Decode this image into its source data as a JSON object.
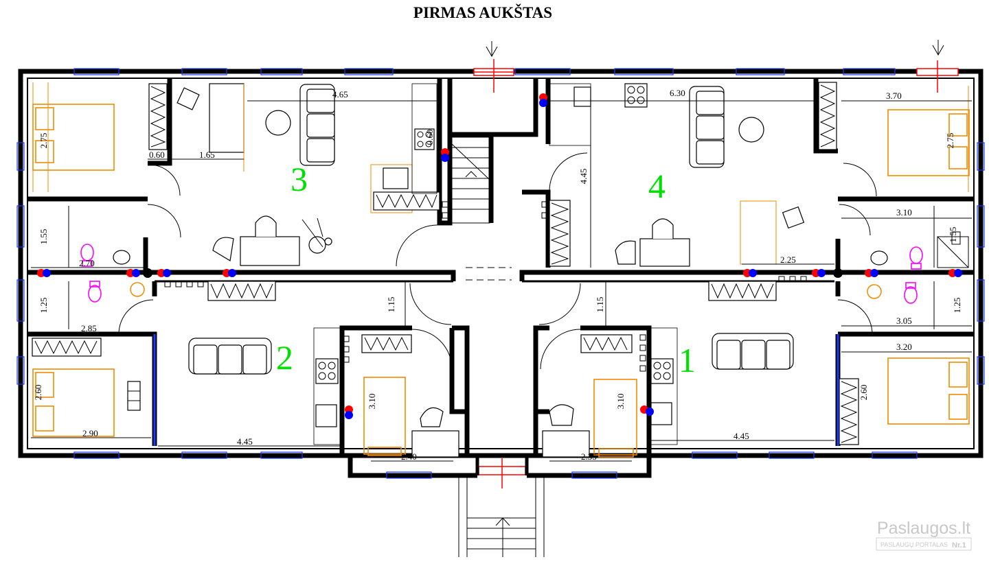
{
  "title": "PIRMAS AUKŠTAS",
  "apartments": [
    {
      "label": "3"
    },
    {
      "label": "4"
    },
    {
      "label": "2"
    },
    {
      "label": "1"
    }
  ],
  "dimensions": {
    "d_275_left": "2.75",
    "d_060": "0.60",
    "d_165": "1.65",
    "d_465_top": "4.65",
    "d_060_kitchen": "0.60",
    "d_155": "1.55",
    "d_270": "2.70",
    "d_125_left": "1.25",
    "d_285": "2.85",
    "d_260_left": "2.60",
    "d_290": "2.90",
    "d_445_bottom_left": "4.45",
    "d_115_left": "1.15",
    "d_310_left": "3.10",
    "d_240": "2.40",
    "d_630": "6.30",
    "d_445_vertical": "4.45",
    "d_370": "3.70",
    "d_275_right": "2.75",
    "d_310_right_top": "3.10",
    "d_155_right": "1.55",
    "d_225": "2.25",
    "d_125_right": "1.25",
    "d_305": "3.05",
    "d_320": "3.20",
    "d_260_right": "2.60",
    "d_115_right": "1.15",
    "d_310_right": "3.10",
    "d_235": "2.35",
    "d_445_bottom_right": "4.45"
  },
  "watermark": {
    "brand": "Paslaugos.lt",
    "tagline": "PASLAUGŲ PORTALAS",
    "badge": "Nr.1"
  },
  "colors": {
    "wall": "#000000",
    "window": "#1a3cff",
    "bed": "#f08a00",
    "apartment_number": "#00e000",
    "entrance_marker": "#ff0000",
    "riser_red": "#ff0000",
    "riser_blue": "#0000ff",
    "sanitary": "#ff00ff"
  }
}
